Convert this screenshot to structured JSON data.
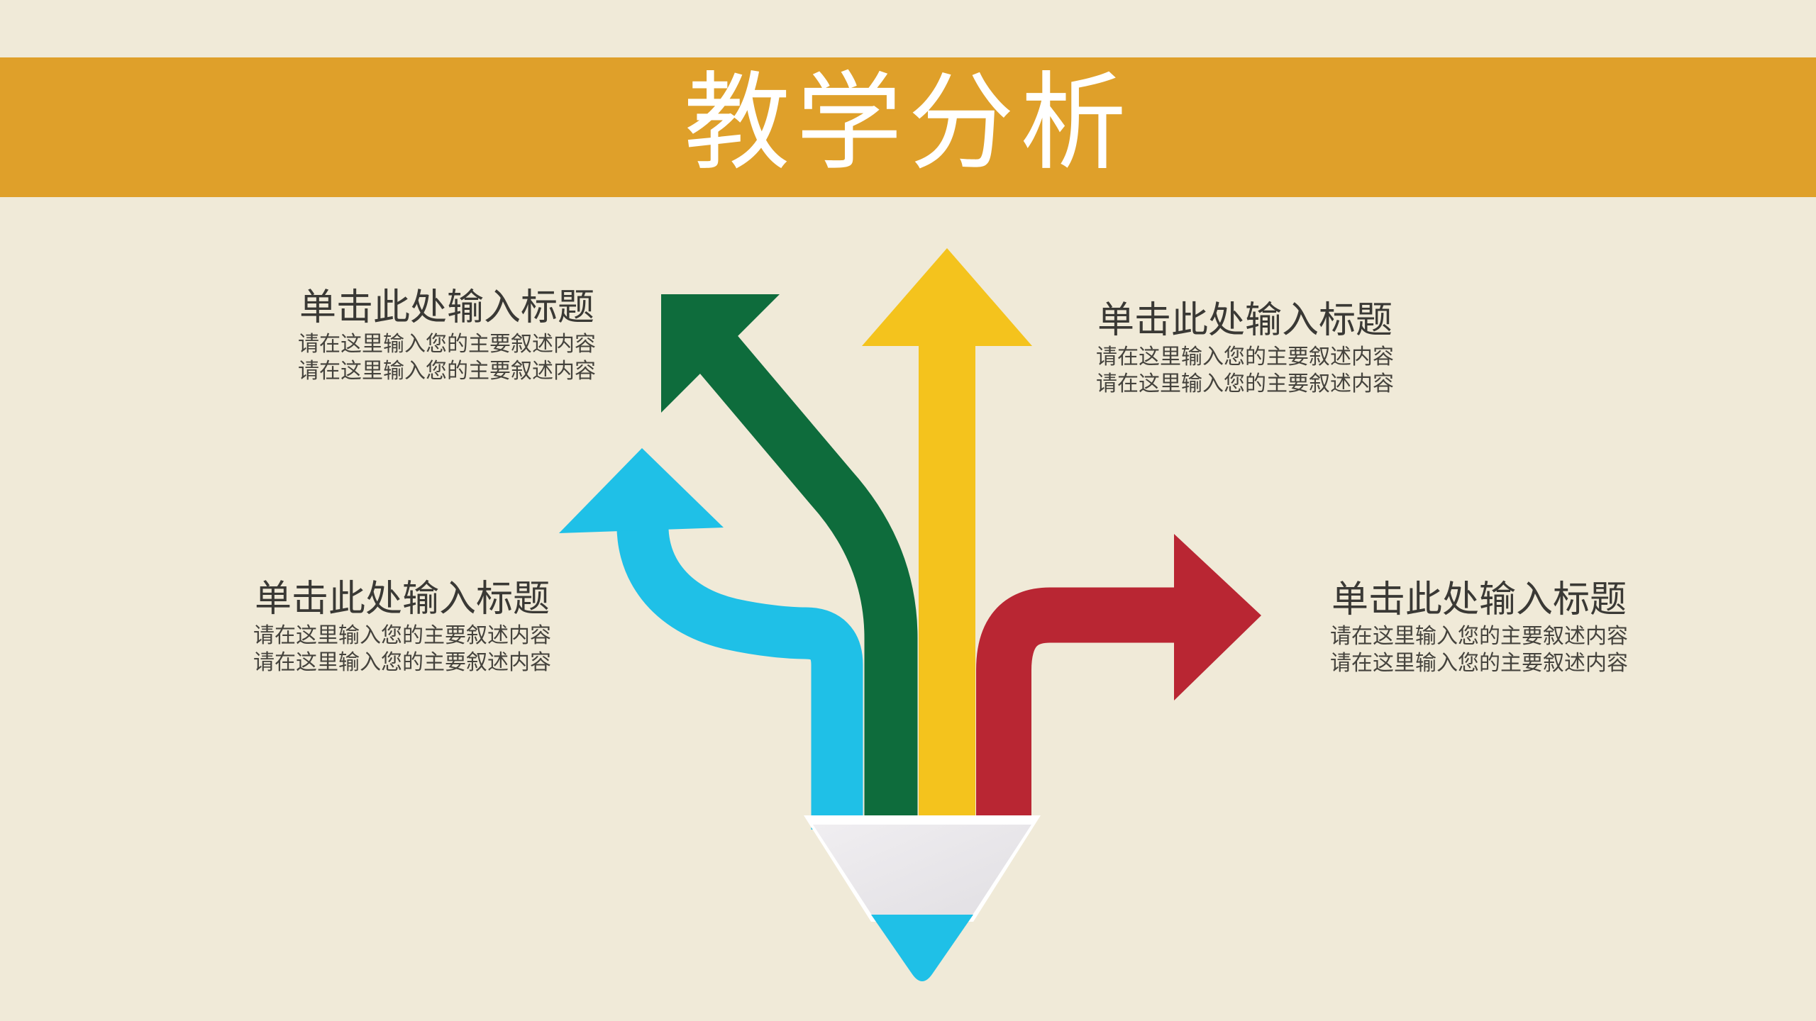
{
  "slide": {
    "header": {
      "title": "教学分析"
    },
    "colors": {
      "background": "#f0ead8",
      "band": "#dfa02a",
      "band_text": "#ffffff",
      "title_text": "#3a3935",
      "body_text": "#45433d"
    }
  },
  "blocks": [
    {
      "position": "top-left",
      "title": "单击此处输入标题",
      "body_line1": "请在这里输入您的主要叙述内容",
      "body_line2": "请在这里输入您的主要叙述内容"
    },
    {
      "position": "top-right",
      "title": "单击此处输入标题",
      "body_line1": "请在这里输入您的主要叙述内容",
      "body_line2": "请在这里输入您的主要叙述内容"
    },
    {
      "position": "middle-left",
      "title": "单击此处输入标题",
      "body_line1": "请在这里输入您的主要叙述内容",
      "body_line2": "请在这里输入您的主要叙述内容"
    },
    {
      "position": "right",
      "title": "单击此处输入标题",
      "body_line1": "请在这里输入您的主要叙述内容",
      "body_line2": "请在这里输入您的主要叙述内容"
    }
  ],
  "graphic": {
    "arrows": [
      {
        "name": "cyan-curved-up-left-arrow",
        "color": "#1fc0e7"
      },
      {
        "name": "green-diagonal-up-left-arrow",
        "color": "#0e6c3c"
      },
      {
        "name": "yellow-straight-up-arrow",
        "color": "#f4c31d"
      },
      {
        "name": "red-right-arrow",
        "color": "#b92633"
      }
    ],
    "pencil": {
      "body_color_light": "#f0eef1",
      "body_color_dark": "#e1dfe3",
      "tip_color": "#1fc0e7",
      "separator_color": "#ffffff"
    }
  }
}
